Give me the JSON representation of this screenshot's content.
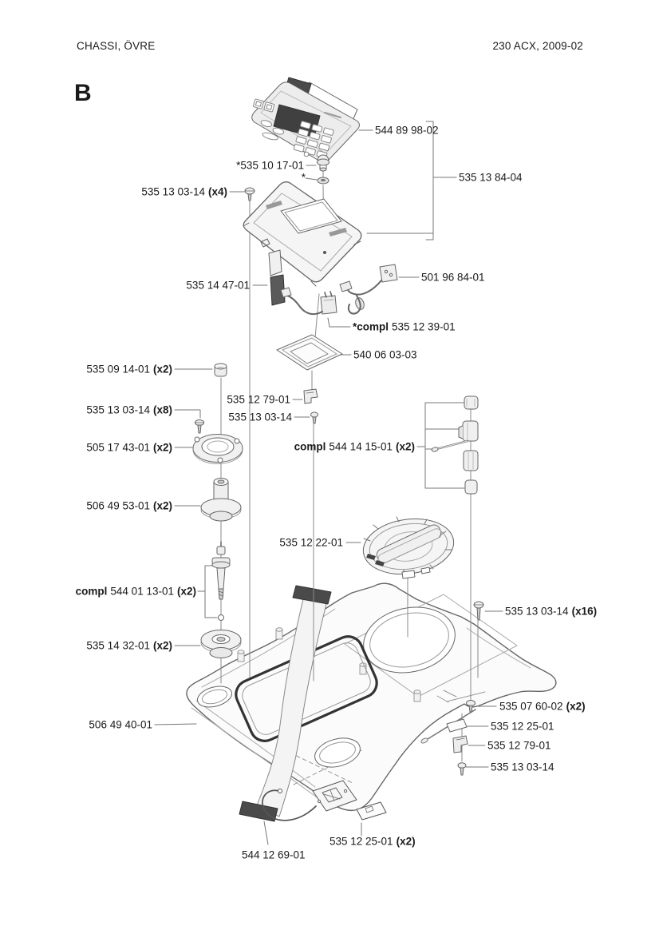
{
  "header": {
    "title": "CHASSI, ÖVRE",
    "doc_ref": "230 ACX, 2009-02",
    "section": "B"
  },
  "labels": [
    {
      "prefix": "",
      "number": "544 89 98-02",
      "qty": ""
    },
    {
      "prefix": "",
      "number": "535 13 84-04",
      "qty": ""
    },
    {
      "prefix": "",
      "number": "*535 10 17-01",
      "qty": ""
    },
    {
      "prefix": "",
      "number": "*",
      "qty": ""
    },
    {
      "prefix": "",
      "number": "535 13 03-14",
      "qty": "(x4)"
    },
    {
      "prefix": "",
      "number": "535 14 47-01",
      "qty": ""
    },
    {
      "prefix": "",
      "number": "501 96 84-01",
      "qty": ""
    },
    {
      "prefix": "*compl",
      "number": "535 12 39-01",
      "qty": ""
    },
    {
      "prefix": "",
      "number": "540 06 03-03",
      "qty": ""
    },
    {
      "prefix": "",
      "number": "535 09 14-01",
      "qty": "(x2)"
    },
    {
      "prefix": "",
      "number": "535 13 03-14",
      "qty": "(x8)"
    },
    {
      "prefix": "",
      "number": "505 17 43-01",
      "qty": "(x2)"
    },
    {
      "prefix": "",
      "number": "506 49 53-01",
      "qty": "(x2)"
    },
    {
      "prefix": "",
      "number": "535 12 79-01",
      "qty": ""
    },
    {
      "prefix": "",
      "number": "535 13 03-14",
      "qty": ""
    },
    {
      "prefix": "compl",
      "number": "544 14 15-01",
      "qty": "(x2)"
    },
    {
      "prefix": "",
      "number": "535 12 22-01",
      "qty": ""
    },
    {
      "prefix": "",
      "number": "535 13 03-14",
      "qty": "(x16)"
    },
    {
      "prefix": "compl",
      "number": "544 01 13-01",
      "qty": "(x2)"
    },
    {
      "prefix": "",
      "number": "535 14 32-01",
      "qty": "(x2)"
    },
    {
      "prefix": "",
      "number": "506 49 40-01",
      "qty": ""
    },
    {
      "prefix": "",
      "number": "535 07 60-02",
      "qty": "(x2)"
    },
    {
      "prefix": "",
      "number": "535 12 25-01",
      "qty": ""
    },
    {
      "prefix": "",
      "number": "535 12 79-01",
      "qty": ""
    },
    {
      "prefix": "",
      "number": "535 13 03-14",
      "qty": ""
    },
    {
      "prefix": "",
      "number": "544 12 69-01",
      "qty": ""
    },
    {
      "prefix": "",
      "number": "535 12 25-01",
      "qty": "(x2)"
    }
  ]
}
